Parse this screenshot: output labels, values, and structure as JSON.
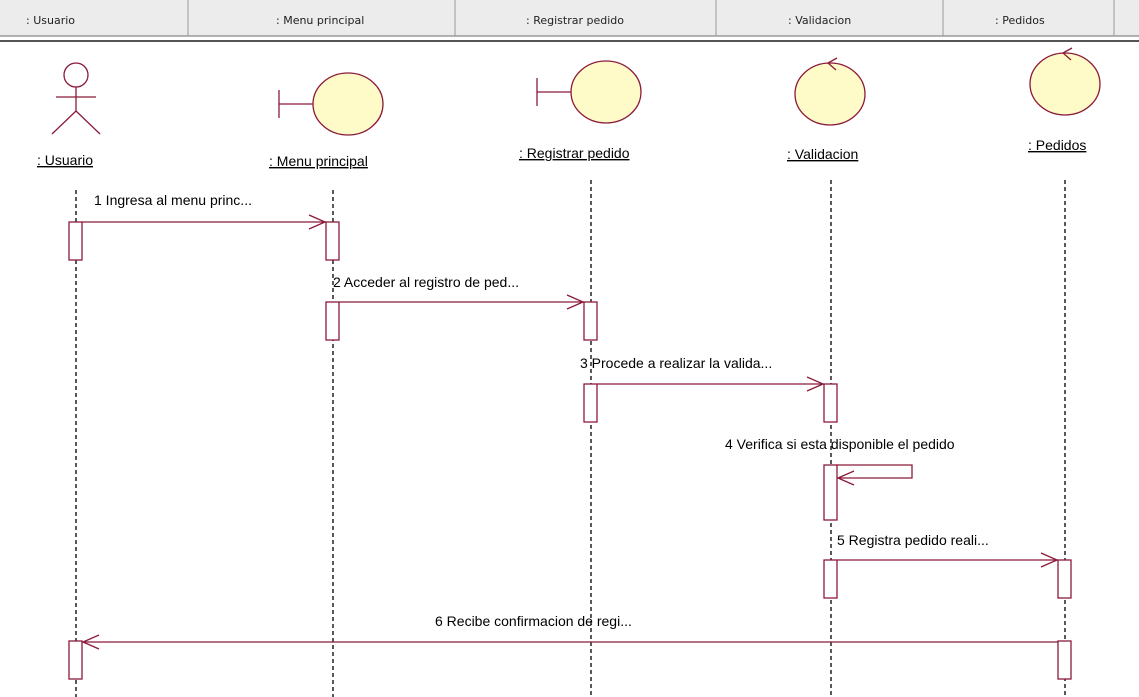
{
  "header": {
    "columns": [
      ": Usuario",
      ": Menu principal",
      ": Registrar pedido",
      ": Validacion",
      ": Pedidos"
    ]
  },
  "objects": [
    {
      "name": ": Usuario",
      "kind": "actor"
    },
    {
      "name": ": Menu principal",
      "kind": "boundary"
    },
    {
      "name": ": Registrar pedido",
      "kind": "boundary"
    },
    {
      "name": ": Validacion",
      "kind": "control"
    },
    {
      "name": ": Pedidos",
      "kind": "control"
    }
  ],
  "messages": [
    {
      "label": "1 Ingresa al menu princ...",
      "from": 0,
      "to": 1
    },
    {
      "label": "2 Acceder al registro de ped...",
      "from": 1,
      "to": 2
    },
    {
      "label": "3 Procede a realizar la valida...",
      "from": 2,
      "to": 3
    },
    {
      "label": "4 Verifica si esta disponible el pedido",
      "from": 3,
      "to": 3
    },
    {
      "label": "5 Registra pedido reali...",
      "from": 3,
      "to": 4
    },
    {
      "label": "6 Recibe confirmacion de regi...",
      "from": 4,
      "to": 0
    }
  ],
  "colors": {
    "line": "#8b1a3a",
    "object_fill": "#fffbc8",
    "header_bg": "#ececec",
    "header_border": "#9a9a9a"
  }
}
